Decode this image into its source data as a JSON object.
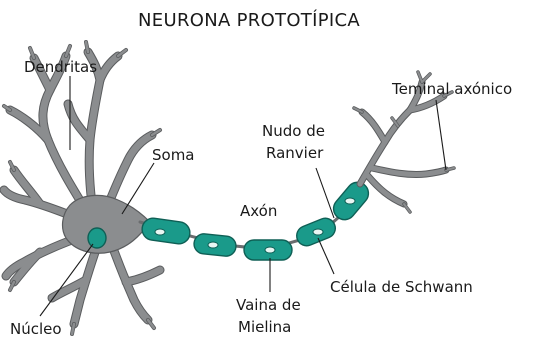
{
  "title": "NEURONA PROTOTÍPICA",
  "labels": {
    "dendritas": "Dendritas",
    "soma": "Soma",
    "axon": "Axón",
    "nudo_line1": "Nudo de",
    "nudo_line2": "Ranvier",
    "terminal": "Teminal axónico",
    "schwann": "Célula de Schwann",
    "vaina_line1": "Vaina de",
    "vaina_line2": "Mielina",
    "nucleo": "Núcleo"
  },
  "colors": {
    "neuron_body": "#8b8d8f",
    "myelin": "#1a9a8a",
    "text": "#1a1a1a"
  }
}
